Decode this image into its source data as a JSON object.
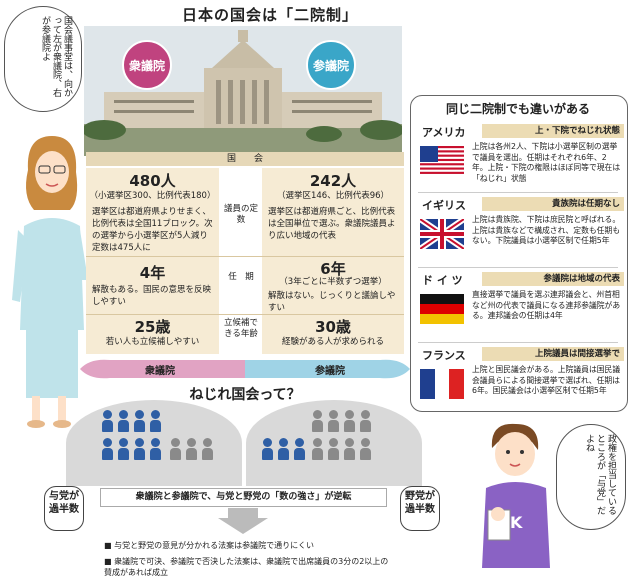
{
  "title": "日本の国会は「二院制」",
  "speech_left": "国会議事堂は、向かって左が衆議院、右が参議院よ",
  "speech_right": "政権を担当しているところが「与党」だよね",
  "house_left_bubble": "衆議院",
  "house_right_bubble": "参議院",
  "kokkai_label": "国　　会",
  "rows": [
    {
      "mid": "議員の定数",
      "left_big": "480人",
      "left_sub": "（小選挙区300、比例代表180）",
      "left_detail": "選挙区は都道府県よりせまく、比例代表は全国11ブロック。次の選挙から小選挙区が5人減り定数は475人に",
      "right_big": "242人",
      "right_sub": "（選挙区146、比例代表96）",
      "right_detail": "選挙区は都道府県ごと、比例代表は全国単位で選ぶ。衆議院議員より広い地域の代表"
    },
    {
      "mid": "任　期",
      "left_big": "4年",
      "left_sub": "",
      "left_detail": "解散もある。国民の意思を反映しやすい",
      "right_big": "6年",
      "right_sub": "（3年ごとに半数ずつ選挙）",
      "right_detail": "解散はない。じっくりと議論しやすい"
    },
    {
      "mid": "立候補できる年齢",
      "left_big": "25歳",
      "left_sub": "",
      "left_detail": "若い人も立候補しやすい",
      "right_big": "30歳",
      "right_sub": "",
      "right_detail": "経験がある人が求められる"
    }
  ],
  "ribbon_left": "衆議院",
  "ribbon_right": "参議院",
  "nejire_title": "ねじれ国会って？",
  "tag_left": "与党が過半数",
  "tag_right": "野党が過半数",
  "bottom_bar": "衆議院と参議院で、与党と野党の「数の強さ」が逆転",
  "notes": [
    "■ 与党と野党の意見が分かれる法案は参議院で通りにくい",
    "■ 衆議院で可決、参議院で否決した法案は、衆議院で出席議員の3分の2以上の賛成があれば成立"
  ],
  "compare": {
    "title": "同じ二院制でも違いがある",
    "countries": [
      {
        "name": "アメリカ",
        "tag": "上・下院でねじれ状態",
        "text": "上院は各州2人、下院は小選挙区制の選挙で議員を選出。任期はそれぞれ6年、2年。上院・下院の権限はほぼ同等で現在は「ねじれ」状態"
      },
      {
        "name": "イギリス",
        "tag": "貴族院は任期なし",
        "text": "上院は貴族院、下院は庶民院と呼ばれる。上院は貴族などで構成され、定数も任期もない。下院議員は小選挙区制で任期5年"
      },
      {
        "name": "ド イ ツ",
        "tag": "参議院は地域の代表",
        "text": "直接選挙で議員を選ぶ連邦議会と、州首相など州の代表で議員になる連邦参議院がある。連邦議会の任期は4年"
      },
      {
        "name": "フランス",
        "tag": "上院議員は間接選挙で",
        "text": "上院と国民議会がある。上院議員は国民議会議員らによる間接選挙で選ばれ、任期は6年。国民議会は小選挙区制で任期5年"
      }
    ]
  },
  "colors": {
    "shugiin": "#c0437f",
    "sangiin": "#3aa6c8",
    "yoto": "#2f5fa5",
    "yato": "#8a8a8a",
    "panel": "#f6ebd4"
  }
}
